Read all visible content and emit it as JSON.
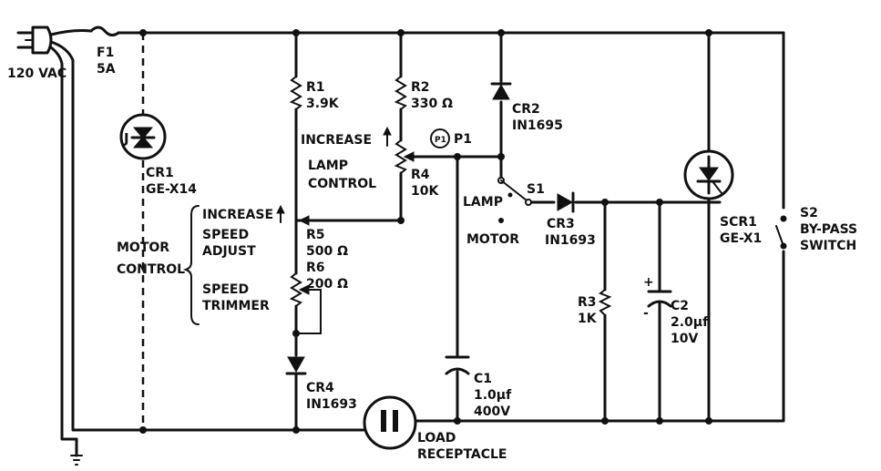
{
  "labels": {
    "source": "120 VAC",
    "fuse_ref": "F1",
    "fuse_val": "5A",
    "cr1_ref": "CR1",
    "cr1_val": "GE-X14",
    "cr1_mark": "J",
    "motor": "MOTOR",
    "control": "CONTROL",
    "r1_ref": "R1",
    "r1_val": "3.9K",
    "r2_ref": "R2",
    "r2_val": "330 Ω",
    "increase_lamp": "INCREASE",
    "p1_badge": "P1",
    "p1_ref": "P1",
    "lamp": "LAMP",
    "lamp_control": "CONTROL",
    "r4_ref": "R4",
    "r4_val": "10K",
    "cr2_ref": "CR2",
    "cr2_val": "IN1695",
    "s1_ref": "S1",
    "lamp_pos": "LAMP",
    "motor_pos": "MOTOR",
    "cr3_ref": "CR3",
    "cr3_val": "IN1693",
    "increase_speed": "INCREASE",
    "speed1": "SPEED",
    "adjust": "ADJUST",
    "r5_ref": "R5",
    "r5_val": "500 Ω",
    "r6_ref": "R6",
    "r6_val": "200 Ω",
    "speed2": "SPEED",
    "trimmer": "TRIMMER",
    "cr4_ref": "CR4",
    "cr4_val": "IN1693",
    "load": "LOAD",
    "receptacle": "RECEPTACLE",
    "c1_ref": "C1",
    "c1_val": "1.0µf",
    "c1_volt": "400V",
    "r3_ref": "R3",
    "r3_val": "1K",
    "c2_ref": "C2",
    "c2_val": "2.0µf",
    "c2_volt": "10V",
    "c2_plus": "+",
    "c2_minus": "-",
    "scr1_ref": "SCR1",
    "scr1_val": "GE-X1",
    "s2_ref": "S2",
    "s2_val1": "BY-PASS",
    "s2_val2": "SWITCH"
  }
}
